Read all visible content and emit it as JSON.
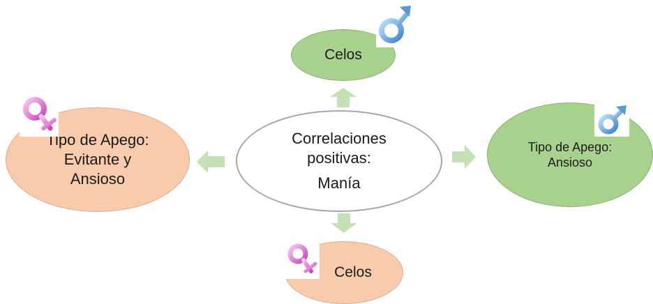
{
  "diagram": {
    "center": {
      "line1": "Correlaciones",
      "line2": "positivas:",
      "line3": "Manía"
    },
    "top": {
      "label": "Celos"
    },
    "right": {
      "line1": "Tipo de Apego:",
      "line2": "Ansioso"
    },
    "left": {
      "line1": "Tipo de Apego:",
      "line2": "Evitante y",
      "line3": "Ansioso"
    },
    "bottom": {
      "label": "Celos"
    }
  },
  "colors": {
    "male_node": "#a9d18e",
    "female_node": "#f8cbad",
    "arrow": "#c5e0b4",
    "male_symbol": "#5b9bd5",
    "female_symbol": "#e66fd6"
  },
  "icons": [
    "male-symbol-icon",
    "female-symbol-icon"
  ]
}
